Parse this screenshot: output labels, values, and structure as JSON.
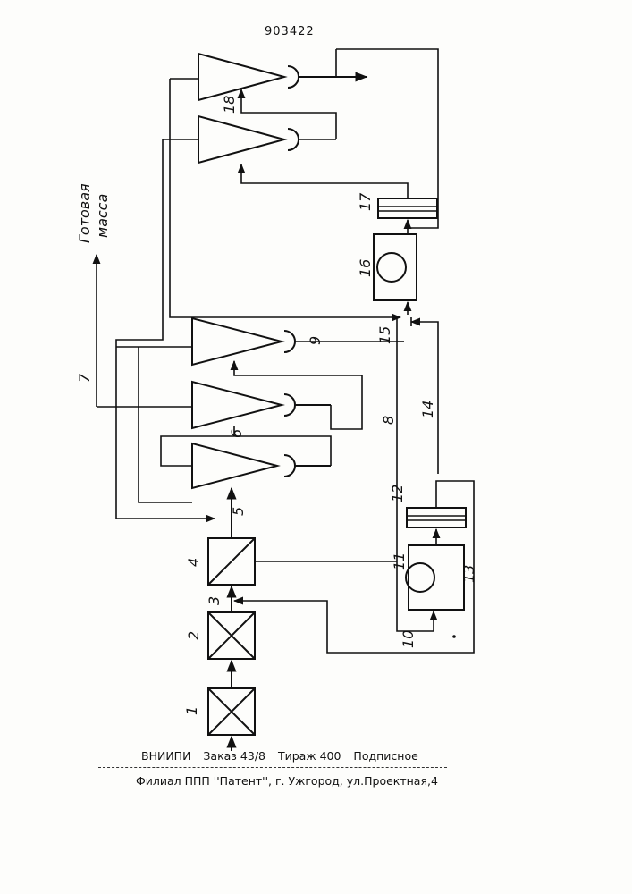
{
  "patent_number": "903422",
  "flow_caption": "Готовая масса",
  "labels": {
    "n1": "1",
    "n2": "2",
    "n3": "3",
    "n4": "4",
    "n5": "5",
    "n6": "6",
    "n7": "7",
    "n8": "8",
    "n9": "9",
    "n10": "10",
    "n11": "11",
    "n12": "12",
    "n13": "13",
    "n14": "14",
    "n15": "15",
    "n16": "16",
    "n17": "17",
    "n18": "18"
  },
  "footer": {
    "org": "ВНИИПИ",
    "order": "Заказ 43/8",
    "circulation": "Тираж 400",
    "subscription": "Подписное",
    "branch": "Филиал ППП ''Патент'', г. Ужгород, ул.Проектная,4"
  }
}
